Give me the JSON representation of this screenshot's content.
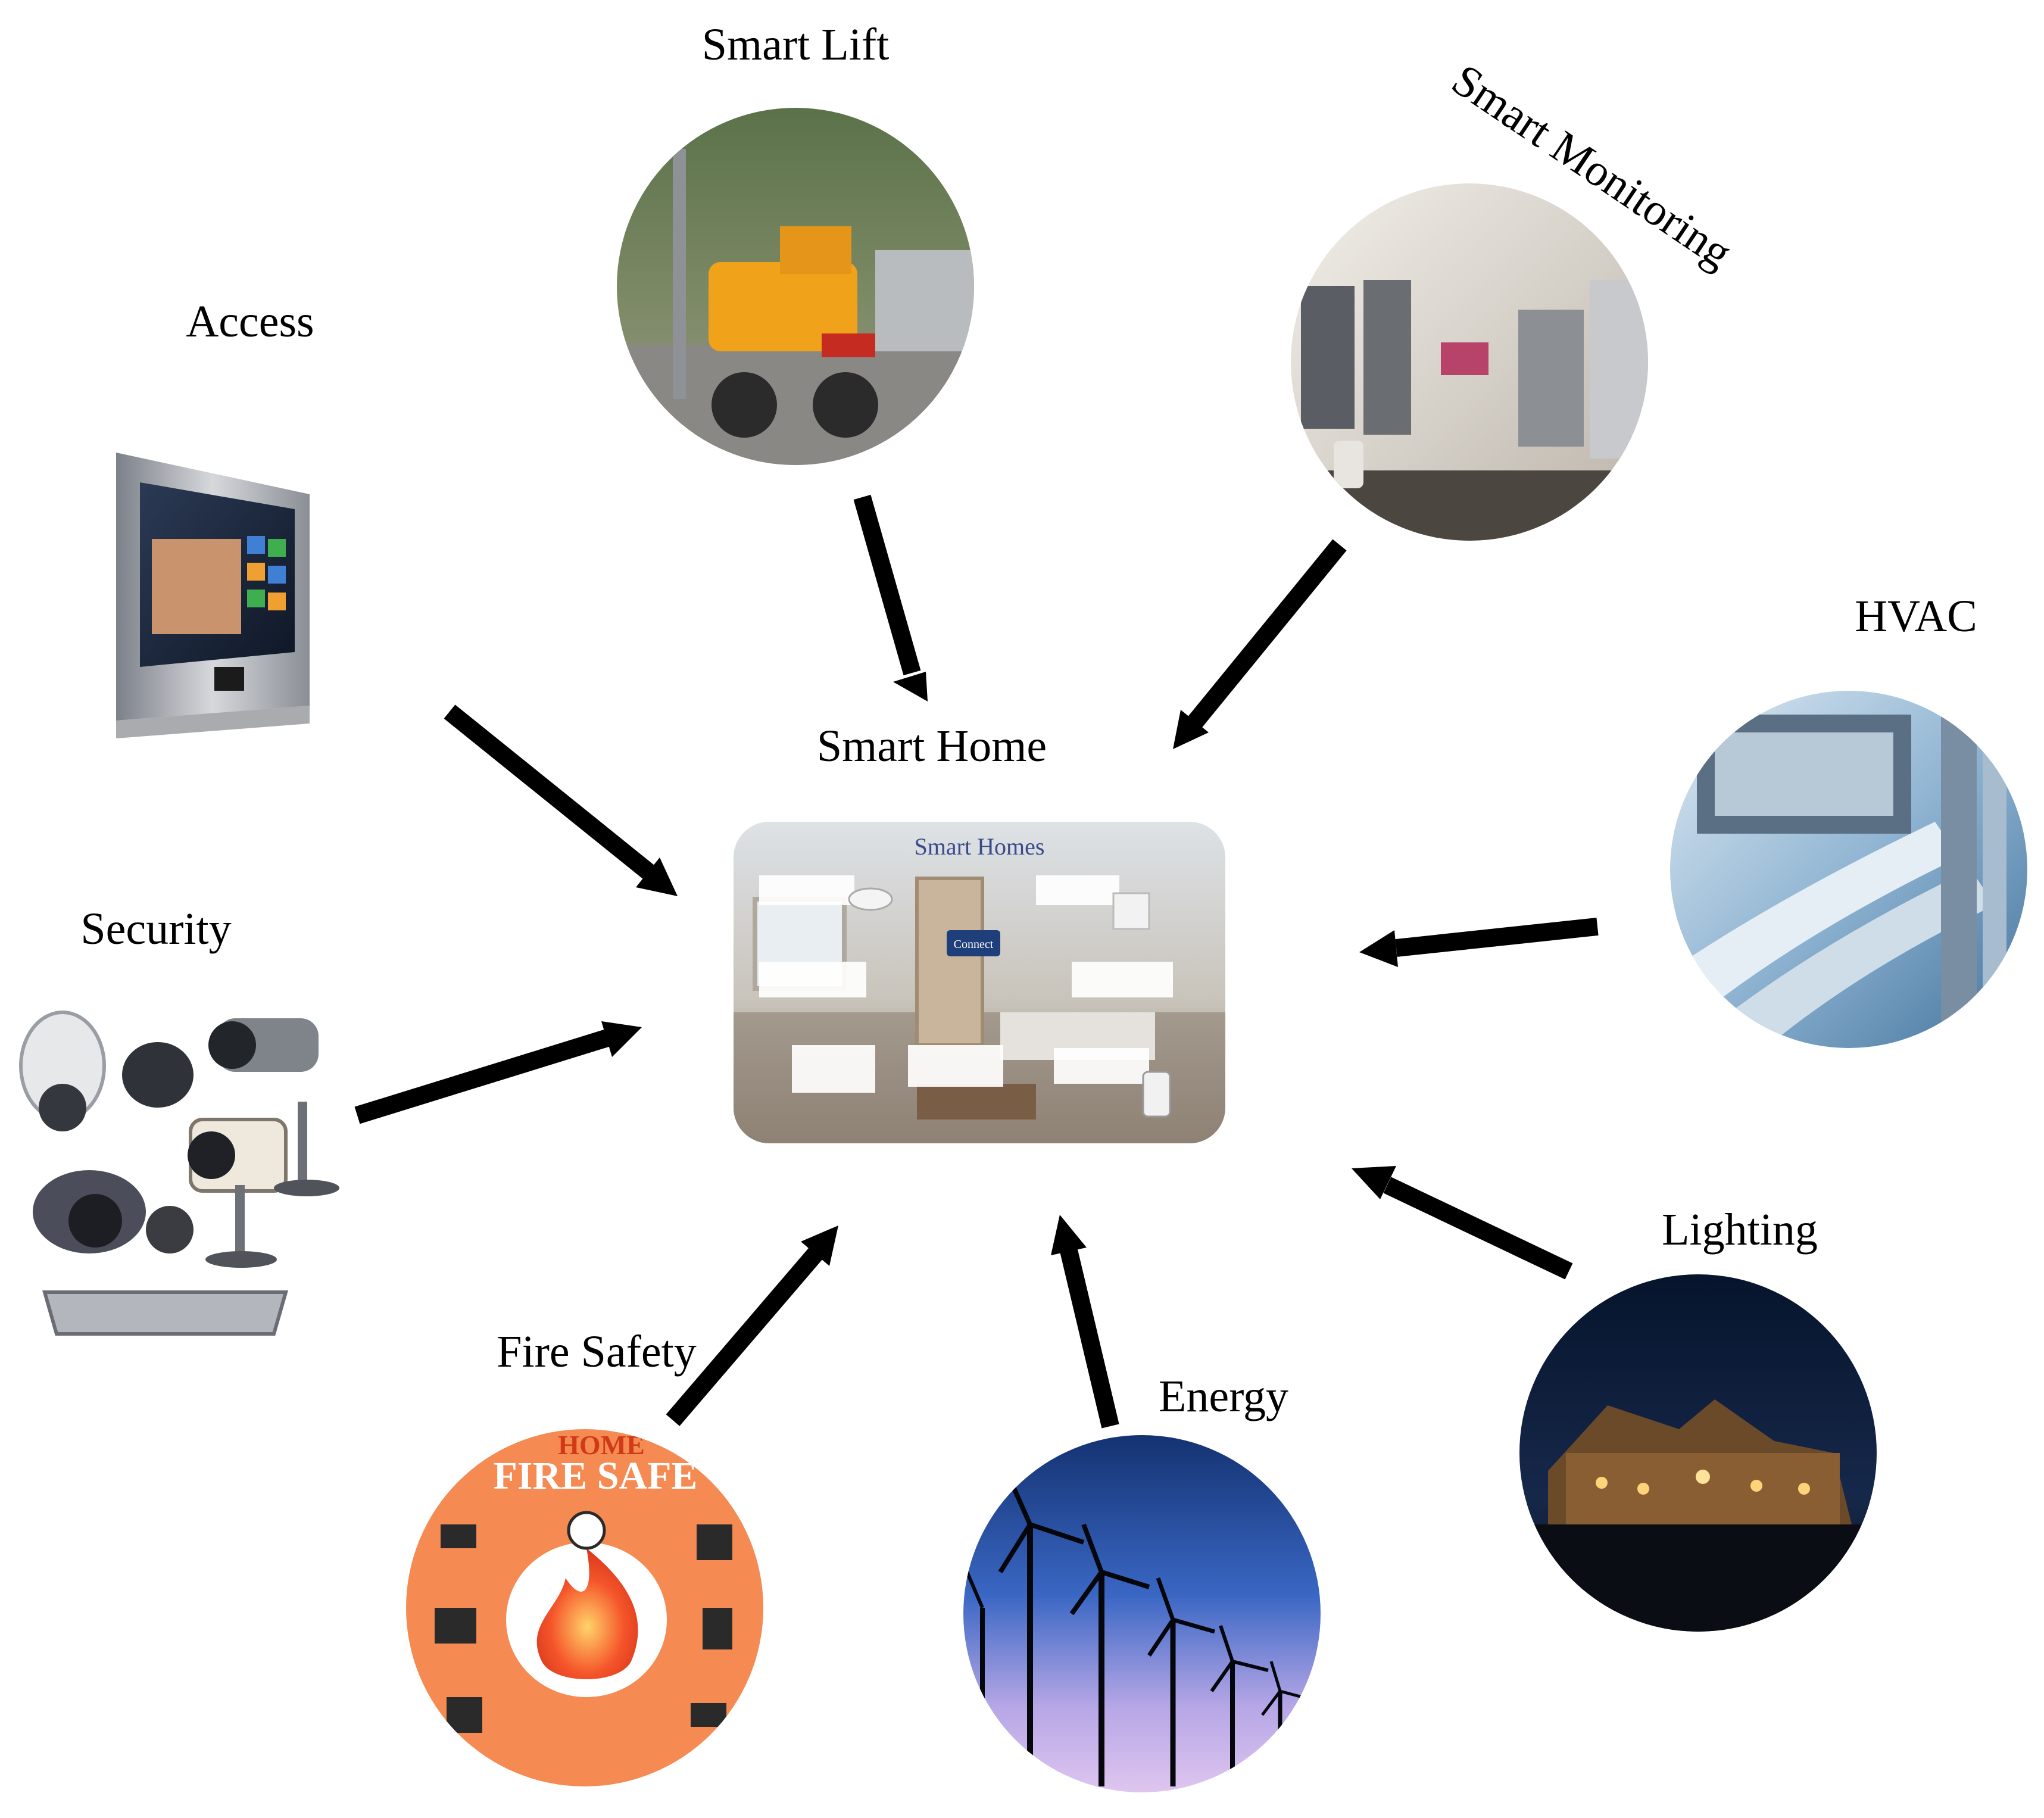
{
  "center": {
    "label": "Smart Home",
    "panel_title": "Smart Homes",
    "panel_button": "Connect"
  },
  "nodes": {
    "smart_lift": {
      "label": "Smart Lift"
    },
    "smart_monitoring": {
      "label": "Smart Monitoring"
    },
    "access": {
      "label": "Access"
    },
    "hvac": {
      "label": "HVAC"
    },
    "security": {
      "label": "Security"
    },
    "lighting": {
      "label": "Lighting"
    },
    "fire_safety": {
      "label": "Fire Safety",
      "poster_top": "HOME",
      "poster_title": "FIRE SAFE"
    },
    "energy": {
      "label": "Energy"
    }
  },
  "colors": {
    "arrow": "#000000",
    "fire_orange": "#f58a52",
    "hvac_blue": "#6fa3c9",
    "night_sky": "#0b1830",
    "energy_sky": "#2a4fa0",
    "panel_bg": "#cfd4d8"
  }
}
